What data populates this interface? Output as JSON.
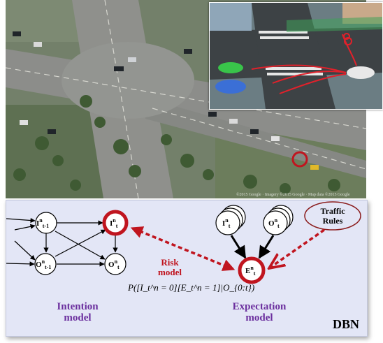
{
  "colors": {
    "accent_red": "#c0151f",
    "label_purple": "#6b2f9e",
    "panel_bg": "#e3e6f6"
  },
  "diagram": {
    "intention_nodes": {
      "i_prev": {
        "base": "I",
        "sup": "n",
        "sub": "t-1"
      },
      "i_curr": {
        "base": "I",
        "sup": "n",
        "sub": "t"
      },
      "o_prev": {
        "base": "O",
        "sup": "n",
        "sub": "t-1"
      },
      "o_curr": {
        "base": "O",
        "sup": "n",
        "sub": "t"
      }
    },
    "expectation_stacks": {
      "i_stack": {
        "base": "I",
        "sup": "n",
        "sub": "t"
      },
      "o_stack": {
        "base": "O",
        "sup": "n",
        "sub": "t"
      }
    },
    "e_node": {
      "base": "E",
      "sup": "n",
      "sub": "t"
    },
    "traffic_rules": {
      "line1": "Traffic",
      "line2": "Rules"
    },
    "risk_model": {
      "line1": "Risk",
      "line2": "model"
    },
    "intention_model": {
      "line1": "Intention",
      "line2": "model"
    },
    "expectation_model": {
      "line1": "Expectation",
      "line2": "model"
    },
    "equation": "P([I_t^n = 0][E_t^n = 1]|O_{0:t})",
    "dbn_label": "DBN"
  },
  "photo": {
    "watermark": "©2015 Google · Imagery ©2015 Google · Map data ©2015 Google"
  }
}
